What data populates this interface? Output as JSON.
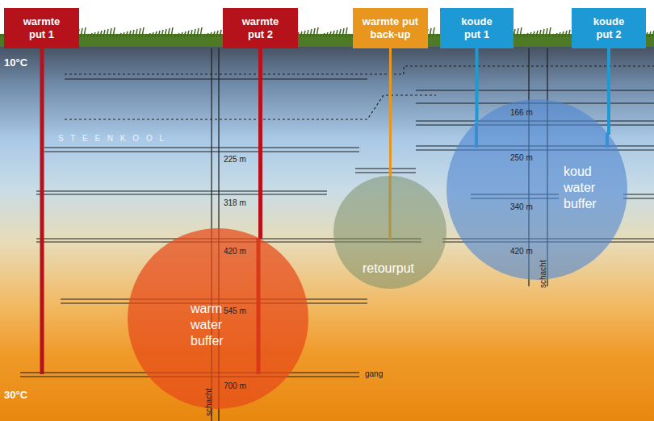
{
  "diagram": {
    "nodes": [
      {
        "text": [
          "warmte put 1"
        ]
      },
      {
        "text": [
          "warmte put 2"
        ]
      },
      {
        "text": [
          "warmte put back-up"
        ]
      },
      {
        "text": [
          "koude put 1"
        ]
      },
      {
        "text": [
          "koude put 2"
        ]
      },
      {
        "text": [
          "warm water buffer"
        ]
      },
      {
        "text": [
          "retourput"
        ]
      },
      {
        "text": [
          "koud water buffer"
        ]
      }
    ],
    "edges": [
      {
        "from": 1,
        "to": 5,
        "arrow": "none"
      },
      {
        "from": 2,
        "to": 6,
        "arrow": "none"
      },
      {
        "from": 3,
        "to": 7,
        "arrow": "none"
      },
      {
        "from": 4,
        "to": 7,
        "arrow": "none"
      }
    ],
    "labels": [
      "10°C",
      "S T E E N K O O L",
      "225 m",
      "318 m",
      "420 m",
      "545 m",
      "700 m",
      "gang",
      "schacht",
      "166 m",
      "250 m",
      "340 m",
      "420 m",
      "schacht",
      "30°C"
    ]
  }
}
